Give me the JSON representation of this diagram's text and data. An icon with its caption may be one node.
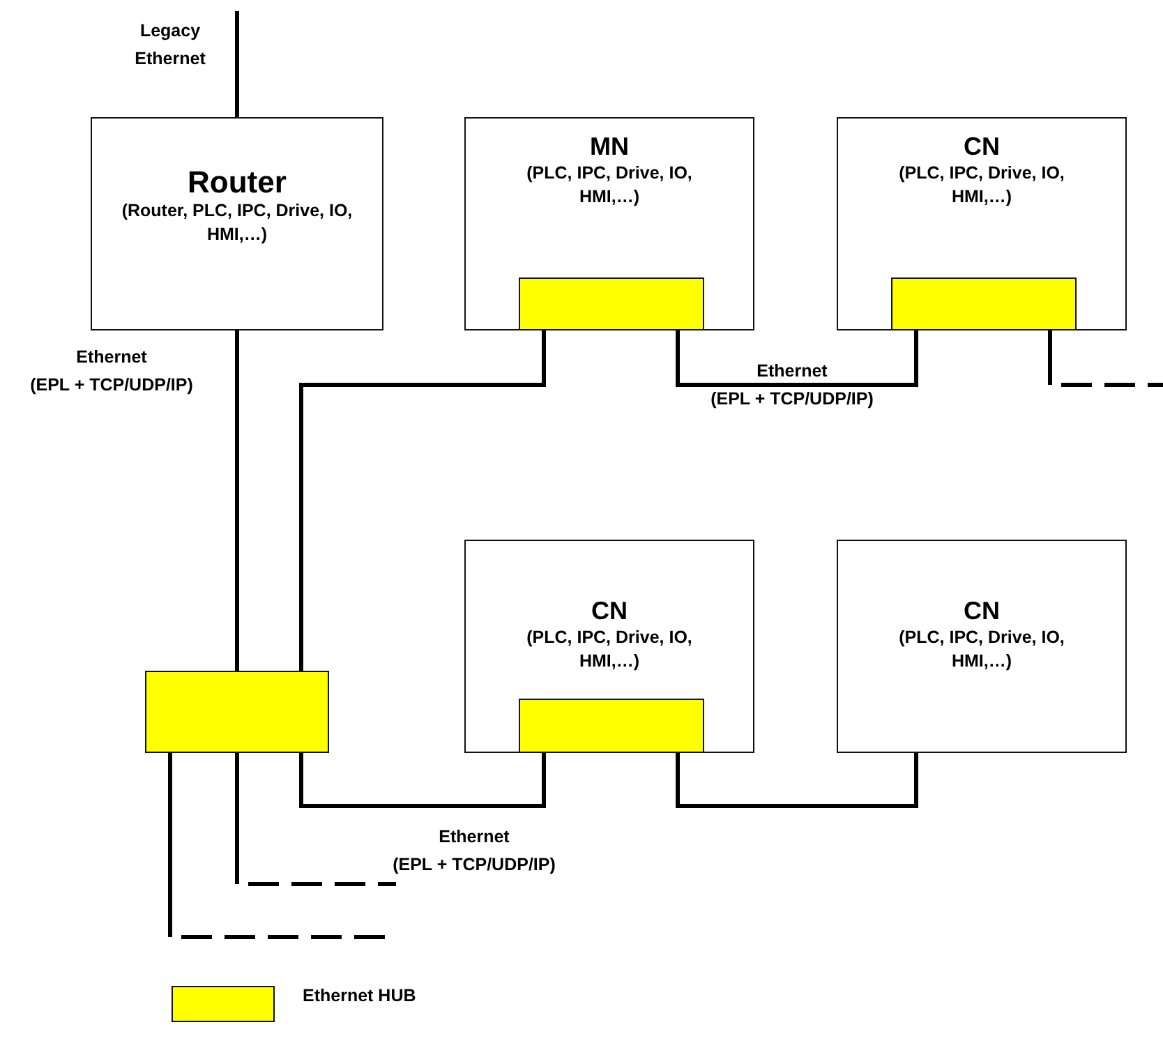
{
  "diagram": {
    "nodes": [
      {
        "text": [
          "Router",
          "(Router, PLC, IPC, Drive, IO, HMI,…)"
        ]
      },
      {
        "text": [
          "MN",
          "(PLC, IPC, Drive, IO, HMI,…)"
        ]
      },
      {
        "text": [],
        "shape": "box",
        "in": 1
      },
      {
        "text": [
          "CN",
          "(PLC, IPC, Drive, IO, HMI,…)"
        ]
      },
      {
        "text": [],
        "shape": "box",
        "in": 3
      },
      {
        "text": [],
        "shape": "box"
      },
      {
        "text": [
          "CN",
          "(PLC, IPC, Drive, IO, HMI,…)"
        ]
      },
      {
        "text": [],
        "shape": "box",
        "in": 6
      },
      {
        "text": [
          "CN",
          "(PLC, IPC, Drive, IO, HMI,…)"
        ]
      }
    ],
    "edges": [
      {
        "from": null,
        "to": 0,
        "arrow": "none",
        "label": "Legacy Ethernet"
      },
      {
        "from": 0,
        "to": 5,
        "arrow": "none",
        "label": "Ethernet (EPL + TCP/UDP/IP)"
      },
      {
        "from": 5,
        "to": 2,
        "arrow": "none"
      },
      {
        "from": 2,
        "to": 4,
        "arrow": "none",
        "label": "Ethernet (EPL + TCP/UDP/IP)"
      },
      {
        "from": 4,
        "to": null,
        "arrow": "none",
        "style": "dashed"
      },
      {
        "from": 5,
        "to": 7,
        "arrow": "none",
        "label": "Ethernet (EPL + TCP/UDP/IP)"
      },
      {
        "from": 7,
        "to": 8,
        "arrow": "none"
      },
      {
        "from": 5,
        "to": null,
        "arrow": "none",
        "style": "dashed"
      },
      {
        "from": 5,
        "to": null,
        "arrow": "none",
        "style": "dashed"
      }
    ],
    "legend": [
      {
        "text": "Ethernet HUB",
        "color": "#ffff00"
      }
    ]
  }
}
